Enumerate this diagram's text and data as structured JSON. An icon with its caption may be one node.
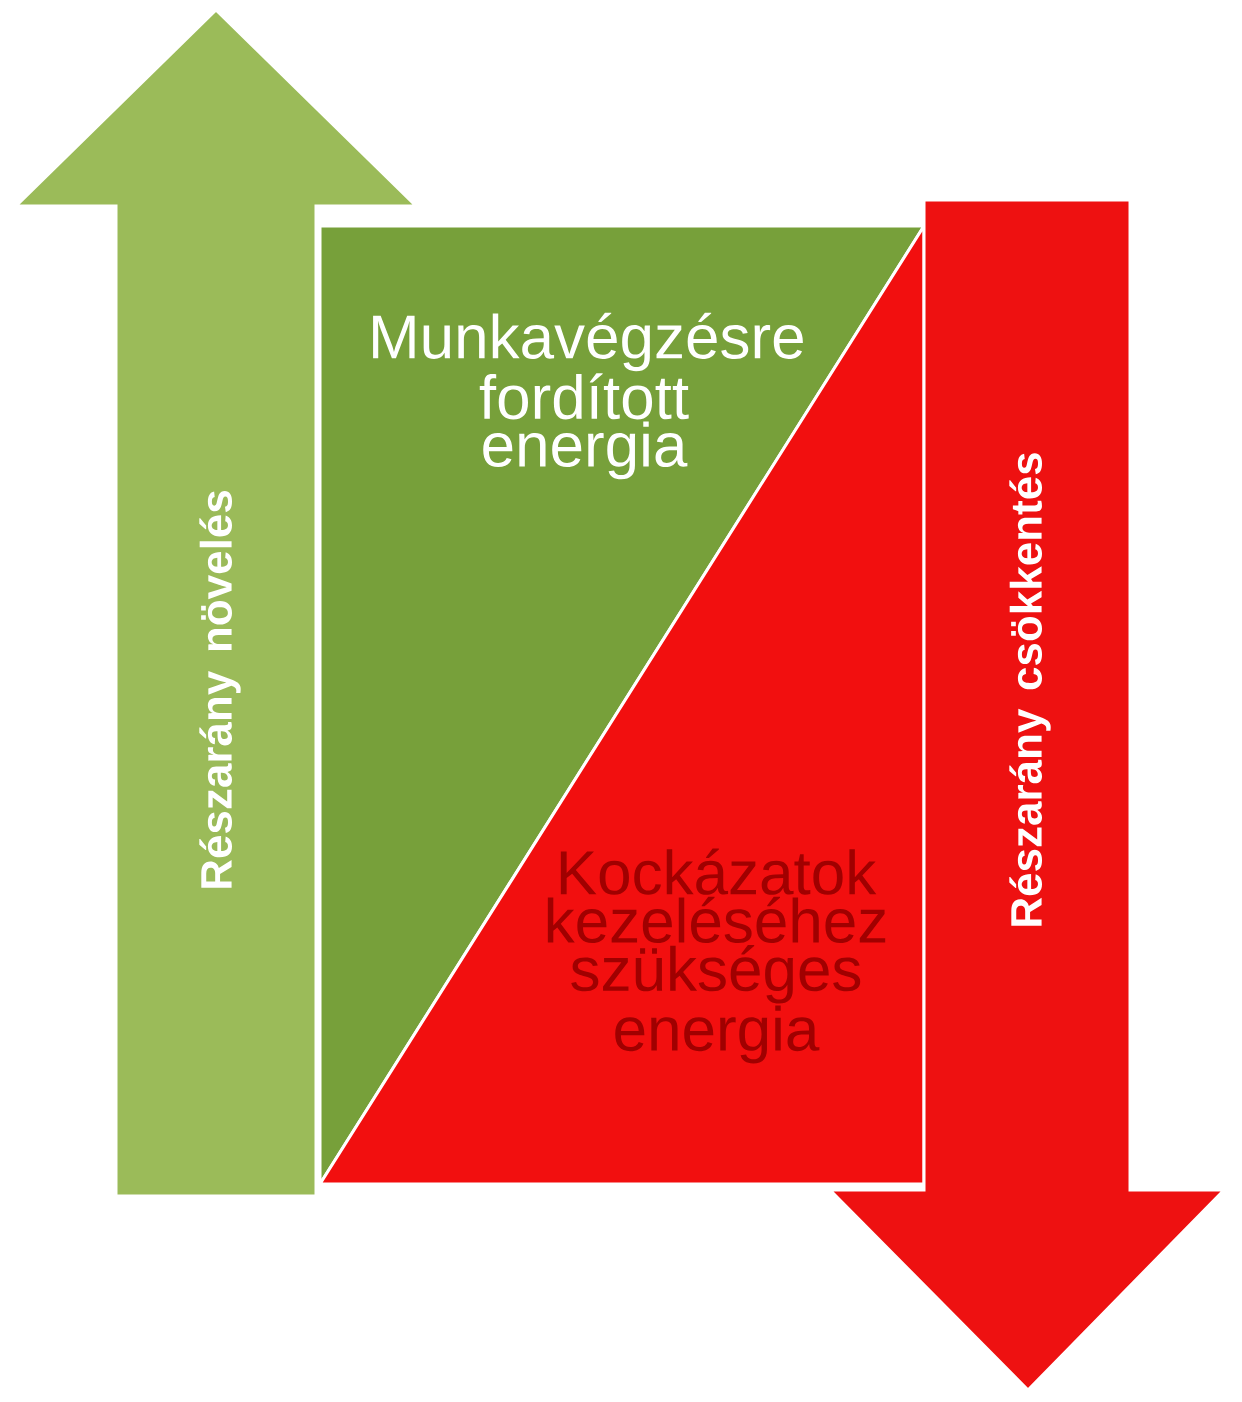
{
  "diagram": {
    "nodes": [
      {
        "text": [
          "Részarány növelés"
        ]
      },
      {
        "text": [
          "Munkavégzésre fordított energia"
        ]
      },
      {
        "text": [
          "Kockázatok kezeléséhez szükséges energia"
        ]
      },
      {
        "text": [
          "Részarány csökkentés"
        ]
      }
    ]
  }
}
